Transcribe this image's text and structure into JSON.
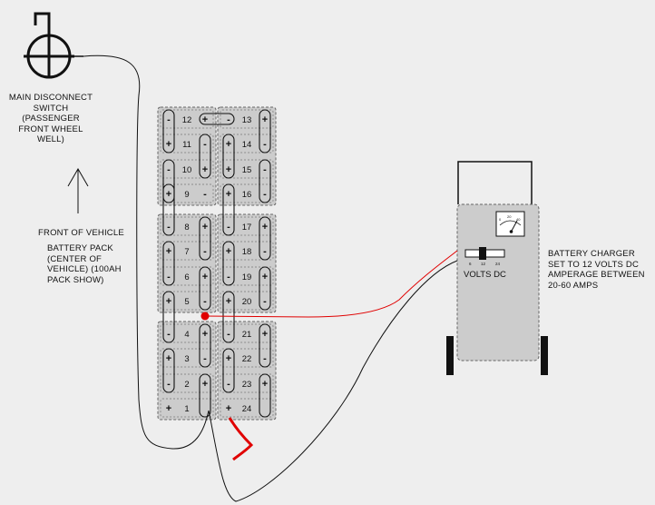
{
  "labels": {
    "switch": "MAIN DISCONNECT\nSWITCH\n(PASSENGER\nFRONT WHEEL\nWELL)",
    "front": "FRONT OF VEHICLE",
    "pack": "BATTERY PACK\n(CENTER OF\nVEHICLE) (100AH\nPACK SHOW)",
    "charger": "BATTERY CHARGER\nSET TO 12 VOLTS DC\nAMPERAGE BETWEEN\n20-60 AMPS"
  },
  "charger": {
    "volts_label": "VOLTS DC",
    "selector_ticks": [
      "6",
      "12",
      "24"
    ],
    "meter_ticks": [
      "0",
      "20",
      "40"
    ]
  },
  "batteries": {
    "left_column": [
      "12",
      "11",
      "10",
      "9",
      "8",
      "7",
      "6",
      "5",
      "4",
      "3",
      "2",
      "1"
    ],
    "right_column": [
      "13",
      "14",
      "15",
      "16",
      "17",
      "18",
      "19",
      "20",
      "21",
      "22",
      "23",
      "24"
    ]
  },
  "terminal_symbols": {
    "positive": "+",
    "negative": "-"
  },
  "colors": {
    "background": "#eeeeee",
    "battery_fill": "#cccccc",
    "wire_black": "#111111",
    "wire_red": "#e00000"
  },
  "icons": [
    "disconnect-switch-icon",
    "up-arrow-icon",
    "meter-icon"
  ]
}
